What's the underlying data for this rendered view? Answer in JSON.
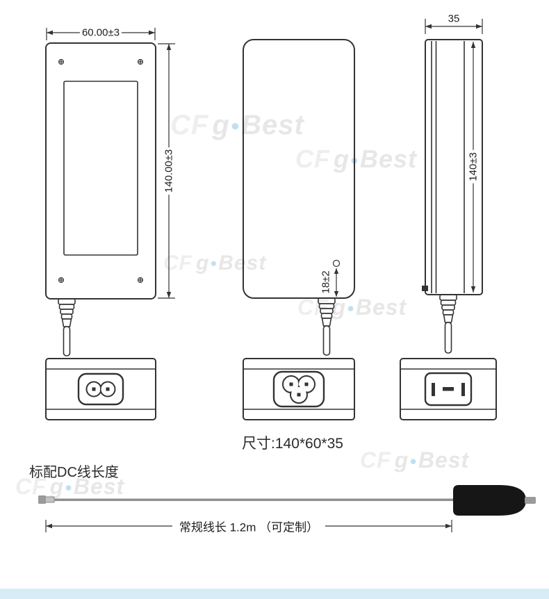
{
  "dimensions": {
    "front_width": "60.00±3",
    "front_height": "140.00±3",
    "nozzle_length": "18±2",
    "side_width": "35",
    "side_height": "140±3"
  },
  "labels": {
    "size": "尺寸:140*60*35",
    "dc_section_title": "标配DC线长度",
    "cable_length": "常规线长 1.2m （可定制）"
  },
  "watermark": {
    "glyph": "CF",
    "g": "g",
    "dot": "●",
    "rest": "Best"
  },
  "colors": {
    "line": "#333333",
    "cable_gray": "#8f8f8f",
    "plug_black": "#161616",
    "footer_bar": "#d8ecf7",
    "watermark_gray": "#e7e7e7",
    "watermark_blue": "#bfe0f2"
  }
}
